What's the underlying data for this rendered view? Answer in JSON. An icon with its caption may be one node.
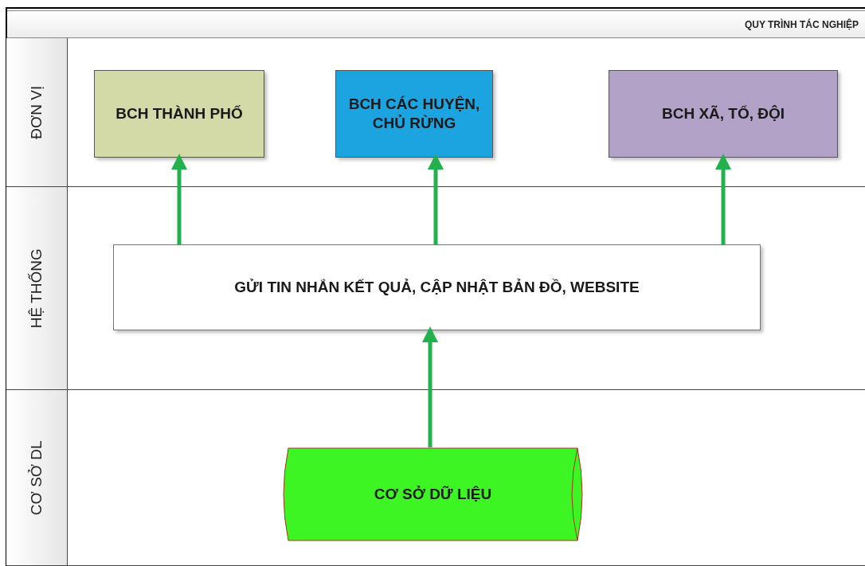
{
  "diagram": {
    "title": "QUY TRÌNH TÁC NGHIỆP",
    "nodes": [
      {
        "text": [
          "ĐƠN VỊ"
        ]
      },
      {
        "text": [
          "BCH THÀNH PHỐ"
        ],
        "in": 0
      },
      {
        "text": [
          "BCH CÁC HUYỆN, CHỦ RỪNG"
        ],
        "in": 0
      },
      {
        "text": [
          "BCH XÃ, TỔ, ĐỘI"
        ],
        "in": 0
      },
      {
        "text": [
          "HỆ THỐNG"
        ]
      },
      {
        "text": [
          "GỬI TIN NHẮN KẾT QUẢ, CẬP NHẬT BẢN ĐỒ, WEBSITE"
        ],
        "in": 4
      },
      {
        "text": [
          "CƠ SỞ DL"
        ]
      },
      {
        "text": [
          "CƠ SỞ DỮ LIỆU"
        ],
        "in": 6
      }
    ],
    "edges": [
      {
        "from": 5,
        "to": 1,
        "arrow": "to"
      },
      {
        "from": 5,
        "to": 2,
        "arrow": "to"
      },
      {
        "from": 5,
        "to": 3,
        "arrow": "to"
      },
      {
        "from": 7,
        "to": 5,
        "arrow": "to"
      }
    ]
  }
}
